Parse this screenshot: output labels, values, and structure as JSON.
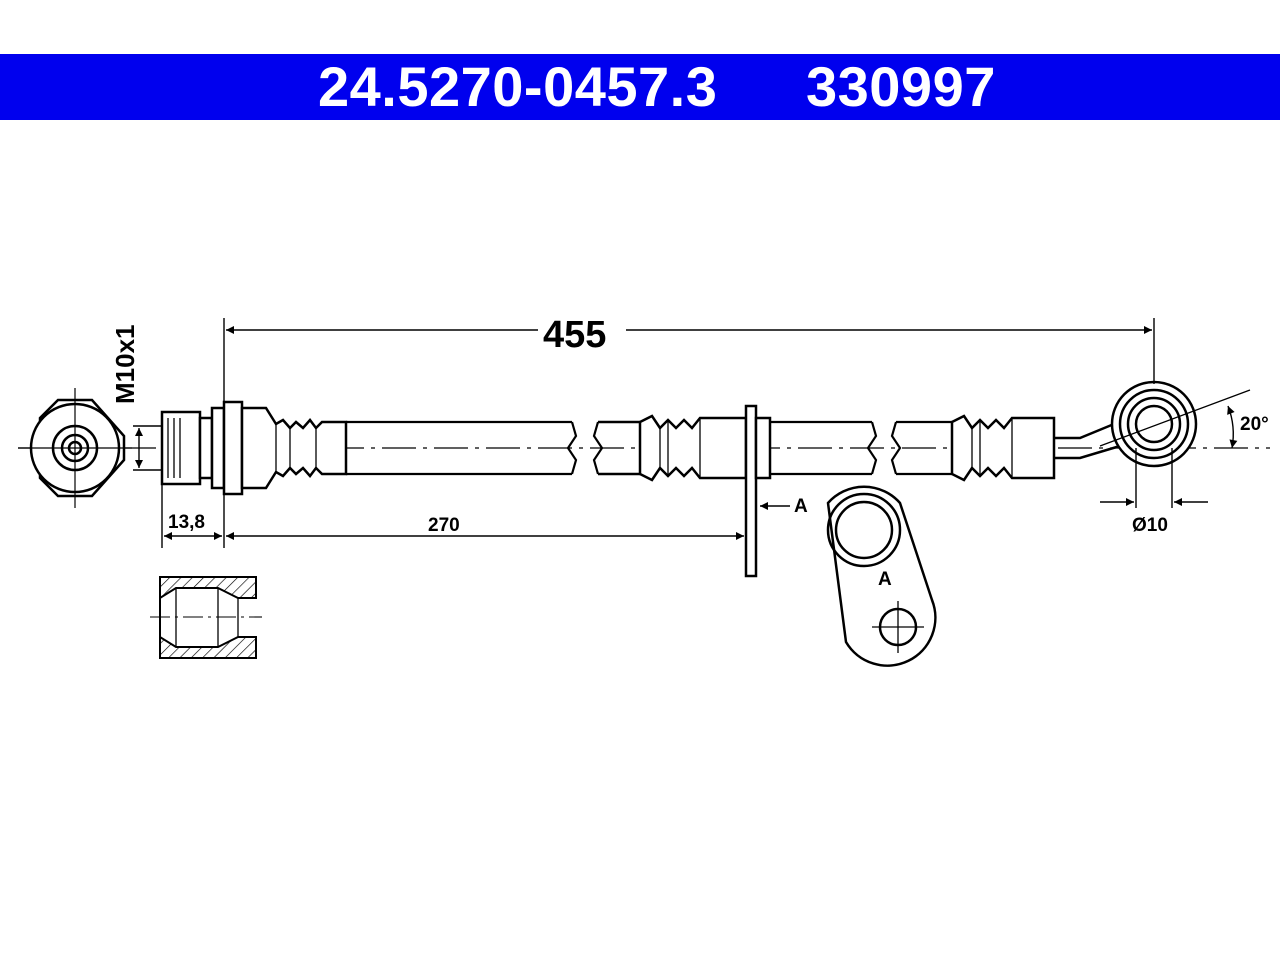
{
  "header": {
    "part_number": "24.5270-0457.3",
    "ref_number": "330997",
    "background_color": "#0000ee",
    "text_color": "#ffffff"
  },
  "dimensions": {
    "total_length": "455",
    "thread": "M10x1",
    "thread_length": "13,8",
    "bracket_position": "270",
    "eye_diameter": "Ø10",
    "angle": "20°"
  },
  "labels": {
    "section_marker": "A",
    "detail_label": "A"
  }
}
